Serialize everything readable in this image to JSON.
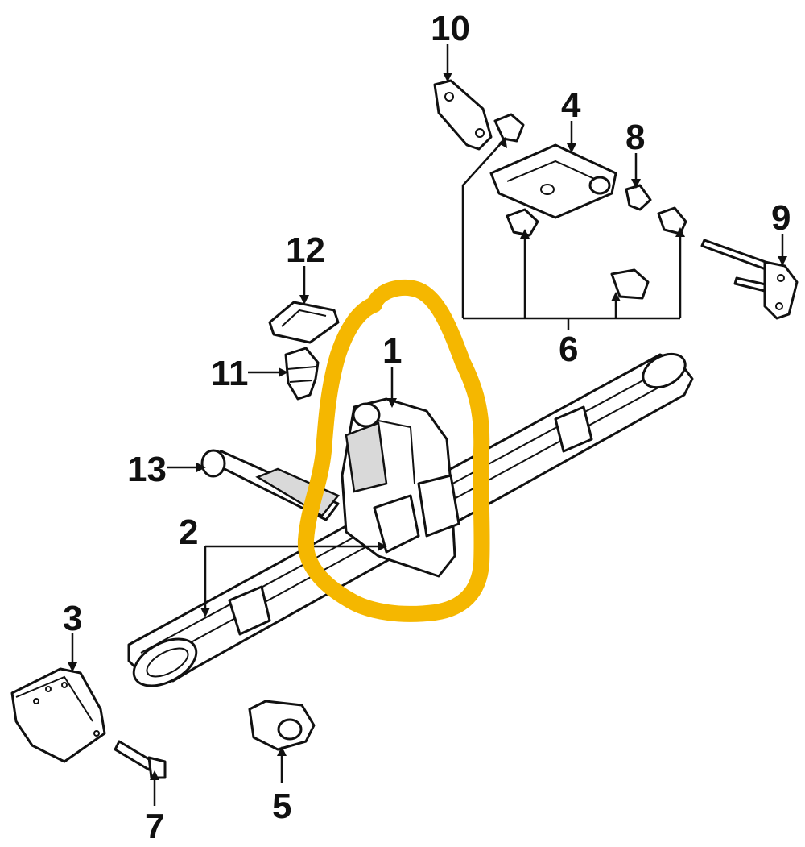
{
  "diagram": {
    "callouts": [
      {
        "id": "1",
        "label": "1"
      },
      {
        "id": "2",
        "label": "2"
      },
      {
        "id": "3",
        "label": "3"
      },
      {
        "id": "4",
        "label": "4"
      },
      {
        "id": "5",
        "label": "5"
      },
      {
        "id": "6",
        "label": "6"
      },
      {
        "id": "7",
        "label": "7"
      },
      {
        "id": "8",
        "label": "8"
      },
      {
        "id": "9",
        "label": "9"
      },
      {
        "id": "10",
        "label": "10"
      },
      {
        "id": "11",
        "label": "11"
      },
      {
        "id": "12",
        "label": "12"
      },
      {
        "id": "13",
        "label": "13"
      }
    ],
    "colors": {
      "highlight": "#f5b700",
      "ink": "#111111",
      "background": "#ffffff"
    }
  }
}
